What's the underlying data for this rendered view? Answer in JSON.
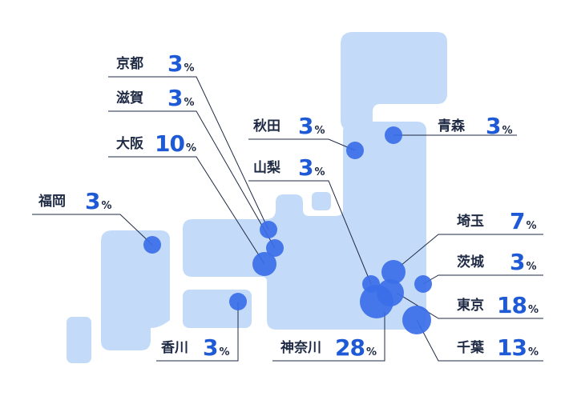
{
  "colors": {
    "land": "#c3dbf8",
    "marker": "#3b6ee8",
    "value_text": "#1f5ad6",
    "name_text": "#1f2a44",
    "leader": "#1f2a44"
  },
  "percent_unit": "%",
  "prefectures": [
    {
      "id": "kyoto",
      "name": "京都",
      "value": "3"
    },
    {
      "id": "shiga",
      "name": "滋賀",
      "value": "3"
    },
    {
      "id": "osaka",
      "name": "大阪",
      "value": "10"
    },
    {
      "id": "fukuoka",
      "name": "福岡",
      "value": "3"
    },
    {
      "id": "kagawa",
      "name": "香川",
      "value": "3"
    },
    {
      "id": "akita",
      "name": "秋田",
      "value": "3"
    },
    {
      "id": "yamanashi",
      "name": "山梨",
      "value": "3"
    },
    {
      "id": "kanagawa",
      "name": "神奈川",
      "value": "28"
    },
    {
      "id": "aomori",
      "name": "青森",
      "value": "3"
    },
    {
      "id": "saitama",
      "name": "埼玉",
      "value": "7"
    },
    {
      "id": "ibaraki",
      "name": "茨城",
      "value": "3"
    },
    {
      "id": "tokyo",
      "name": "東京",
      "value": "18"
    },
    {
      "id": "chiba",
      "name": "千葉",
      "value": "13"
    }
  ]
}
